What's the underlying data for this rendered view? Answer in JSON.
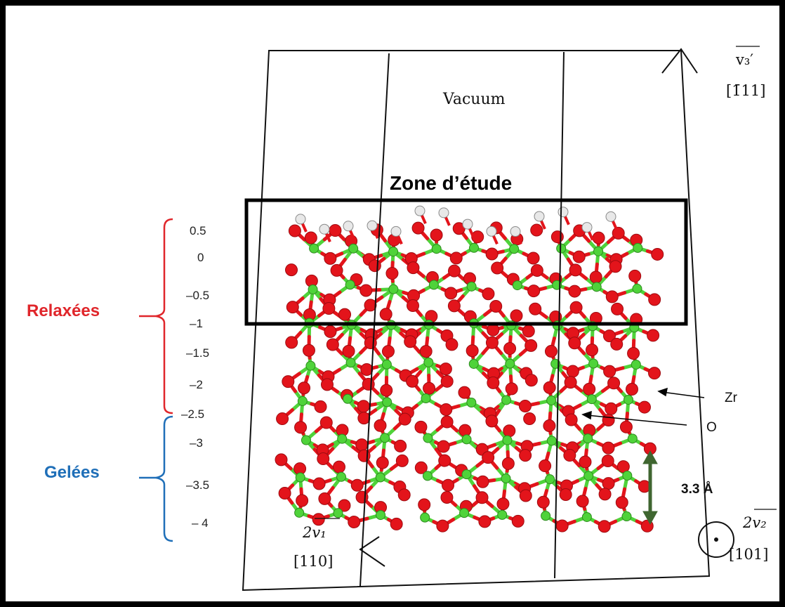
{
  "title": "Zone d’étude",
  "vacuum_label": "Vacuum",
  "depth_labels": [
    "0.5",
    "0",
    "–0.5",
    "–1",
    "–1.5",
    "–2",
    "–2.5",
    "–3",
    "–3.5",
    "– 4"
  ],
  "groups": {
    "relaxed": {
      "label": "Relaxées",
      "color": "#e0262b"
    },
    "frozen": {
      "label": "Gelées",
      "color": "#1f6fb8"
    }
  },
  "atoms": {
    "zr": "Zr",
    "o": "O"
  },
  "distance_label": "3.3 Å",
  "vectors": {
    "v3": {
      "label": "v₃′",
      "direction": "[1̄11]"
    },
    "v1": {
      "label": "2v₁",
      "direction": "[110]"
    },
    "v2": {
      "label": "2v₂",
      "direction": "[101]"
    }
  },
  "colors": {
    "oxygen": "#e3141b",
    "zirconium": "#4fd33a",
    "hydrogen": "#e8e8e8",
    "arrow": "#3f6630"
  }
}
